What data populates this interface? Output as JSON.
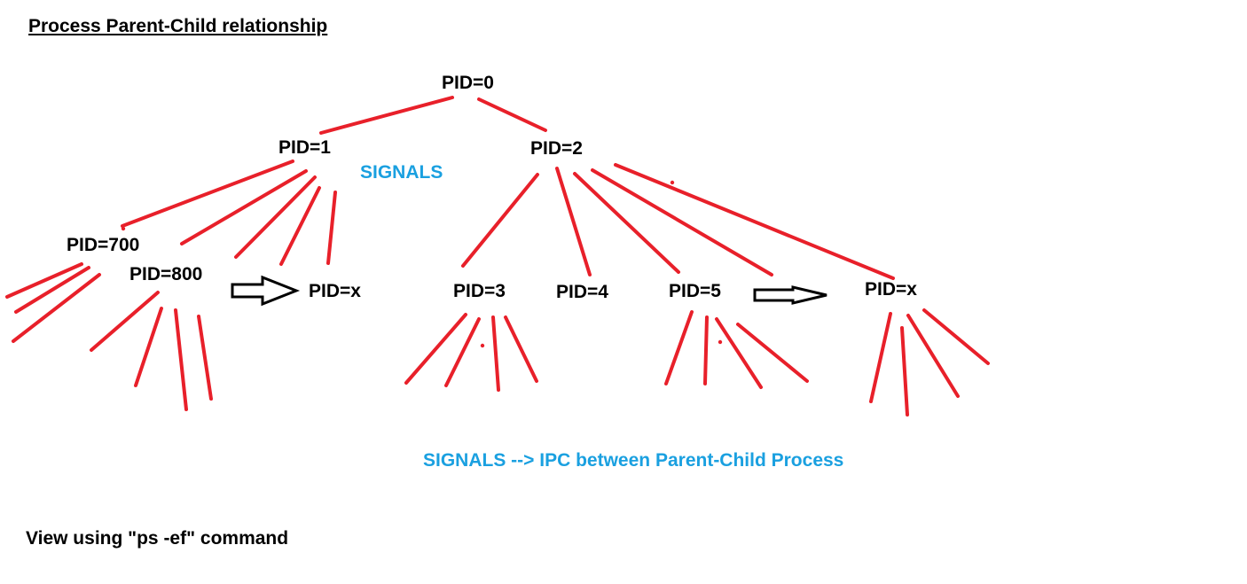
{
  "title": "Process Parent-Child relationship",
  "footer_note": "View using \"ps -ef\" command",
  "signals_label": "SIGNALS",
  "ipc_caption": "SIGNALS --> IPC between Parent-Child Process",
  "nodes": {
    "pid0": "PID=0",
    "pid1": "PID=1",
    "pid2": "PID=2",
    "pid700": "PID=700",
    "pid800": "PID=800",
    "pidx_left": "PID=x",
    "pid3": "PID=3",
    "pid4": "PID=4",
    "pid5": "PID=5",
    "pidx_right": "PID=x"
  },
  "colors": {
    "edge": "#e8202a",
    "signal_text": "#1aa0e0",
    "node_text": "#000000",
    "arrow_outline": "#000000"
  }
}
